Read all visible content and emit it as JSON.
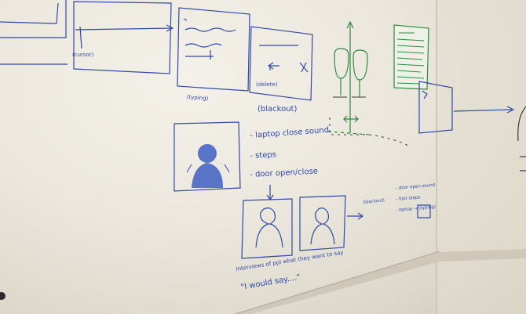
{
  "whiteboard": {
    "frame_labels": {
      "cursor": "(cursor)",
      "typing": "(typing)",
      "delete": "(delete)"
    },
    "blackout_heading": "(blackout)",
    "sound_list": [
      "- laptop close sound",
      "- steps",
      "- door open/close"
    ],
    "interview_caption": "Interviews of ppl what they want to say",
    "quote": "\"I would say....\"",
    "side_heading": "(blackout)",
    "side_list": [
      "- door open sound",
      "- foot steps",
      "- laptop → (typing)"
    ],
    "colors": {
      "ink_blue": "#2f49a8",
      "ink_green": "#2e8a3c",
      "ink_black": "#3a3a3a",
      "wall": "#ebe7dd"
    }
  }
}
